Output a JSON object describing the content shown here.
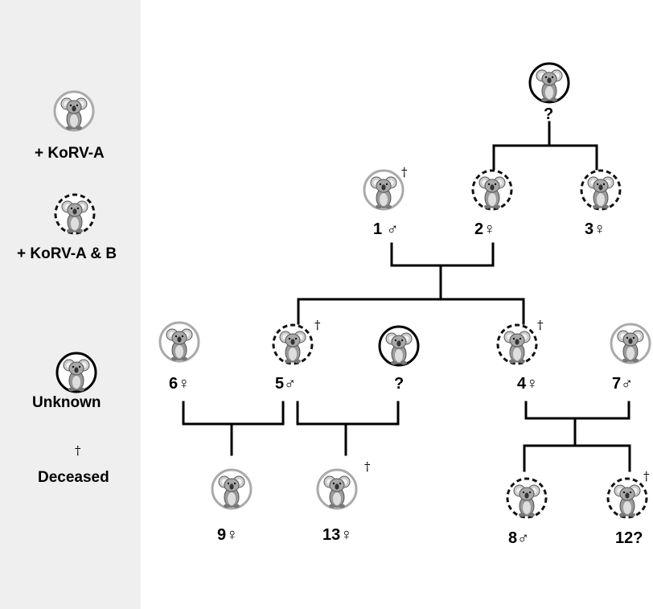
{
  "legend": {
    "korv_a": "+ KoRV-A",
    "korv_ab": "+ KoRV-A & B",
    "unknown": "Unknown",
    "dagger": "†",
    "deceased": "Deceased"
  },
  "styles": {
    "korv_a": "#aaaaaa",
    "korv_ab": "#111111",
    "unknown": "#000000",
    "panel_bg": "#efefef"
  },
  "individuals": [
    {
      "id": "top",
      "label": "?",
      "status": "unknown",
      "deceased": false
    },
    {
      "id": "k1",
      "label": "1 ♂",
      "status": "korv_a",
      "deceased": true
    },
    {
      "id": "k2",
      "label": "2♀",
      "status": "korv_ab",
      "deceased": false
    },
    {
      "id": "k3",
      "label": "3♀",
      "status": "korv_ab",
      "deceased": false
    },
    {
      "id": "k6",
      "label": "6♀",
      "status": "korv_a",
      "deceased": false
    },
    {
      "id": "k5",
      "label": "5♂",
      "status": "korv_ab",
      "deceased": true
    },
    {
      "id": "unk",
      "label": "?",
      "status": "unknown",
      "deceased": false
    },
    {
      "id": "k4",
      "label": "4♀",
      "status": "korv_ab",
      "deceased": true
    },
    {
      "id": "k7",
      "label": "7♂",
      "status": "korv_a",
      "deceased": false
    },
    {
      "id": "k9",
      "label": "9♀",
      "status": "korv_a",
      "deceased": false
    },
    {
      "id": "k13",
      "label": "13♀",
      "status": "korv_a",
      "deceased": true
    },
    {
      "id": "k8",
      "label": "8♂",
      "status": "korv_ab",
      "deceased": false
    },
    {
      "id": "k12",
      "label": "12?",
      "status": "korv_ab",
      "deceased": true
    }
  ],
  "koala_icon": "koala-icon"
}
